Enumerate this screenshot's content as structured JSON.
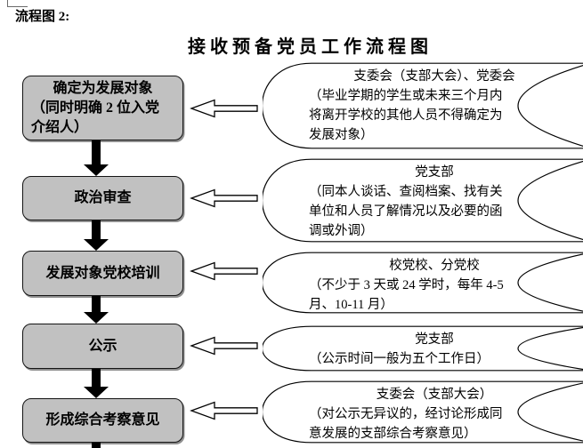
{
  "page": {
    "label": "流程图 2:",
    "title": "接收预备党员工作流程图"
  },
  "colors": {
    "box_fill": "#c1c1c1",
    "line": "#000000",
    "background": "#ffffff"
  },
  "icons": {
    "down_arrow": "solid black down block arrow",
    "left_arrow": "hollow left block arrow"
  },
  "rows": [
    {
      "box_title": "确定为发展对象",
      "box_body": [
        "（同时明确 2 位入党",
        "介绍人）"
      ],
      "callout_title": "支委会（支部大会）、党委会",
      "callout_body": [
        "（毕业学期的学生或未来三个月内",
        "将离开学校的其他人员不得确定为",
        "发展对象）"
      ]
    },
    {
      "box_title": "政治审查",
      "box_body": [],
      "callout_title": "党支部",
      "callout_body": [
        "（同本人谈话、查阅档案、找有关",
        "单位和人员了解情况以及必要的函",
        "调或外调）"
      ]
    },
    {
      "box_title": "发展对象党校培训",
      "box_body": [],
      "callout_title": "校党校、分党校",
      "callout_body": [
        "（不少于 3 天或 24 学时，每年 4-5",
        "月、10-11 月）"
      ]
    },
    {
      "box_title": "公示",
      "box_body": [],
      "callout_title": "党支部",
      "callout_body": [
        "（公示时间一般为五个工作日）"
      ]
    },
    {
      "box_title": "形成综合考察意见",
      "box_body": [],
      "callout_title": "支委会（支部大会）",
      "callout_body": [
        "（对公示无异议的，经讨论形成同",
        "意发展的支部综合考察意见）"
      ]
    }
  ]
}
